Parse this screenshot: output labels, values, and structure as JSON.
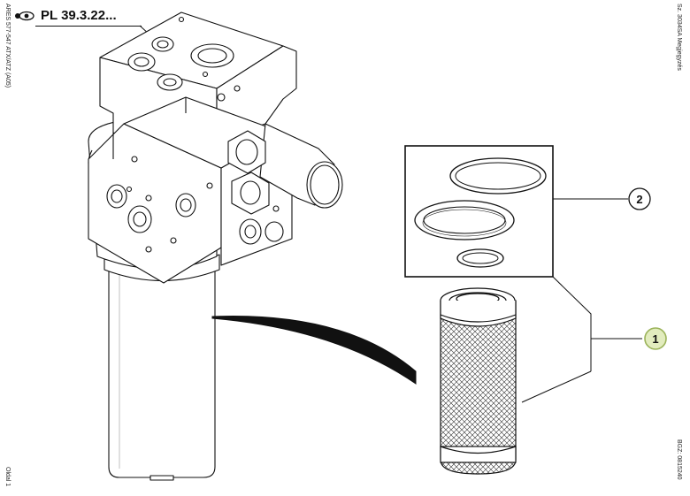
{
  "header": {
    "title": "PL 39.3.22...",
    "icon": "eye-icon"
  },
  "margins": {
    "left_main": "ARES 577-547 ATX/ATZ (A05)",
    "left_page": "Oldal 1",
    "right_top": "Sz. 3034SA  Megjegyzés",
    "right_bottom": "BGZ: 0815240"
  },
  "callouts": [
    {
      "number": "2",
      "highlight": false
    },
    {
      "number": "1",
      "highlight": true
    }
  ],
  "colors": {
    "line": "#111111",
    "callout_highlight_fill": "#e2ecbe",
    "callout_highlight_stroke": "#9bb35a"
  }
}
